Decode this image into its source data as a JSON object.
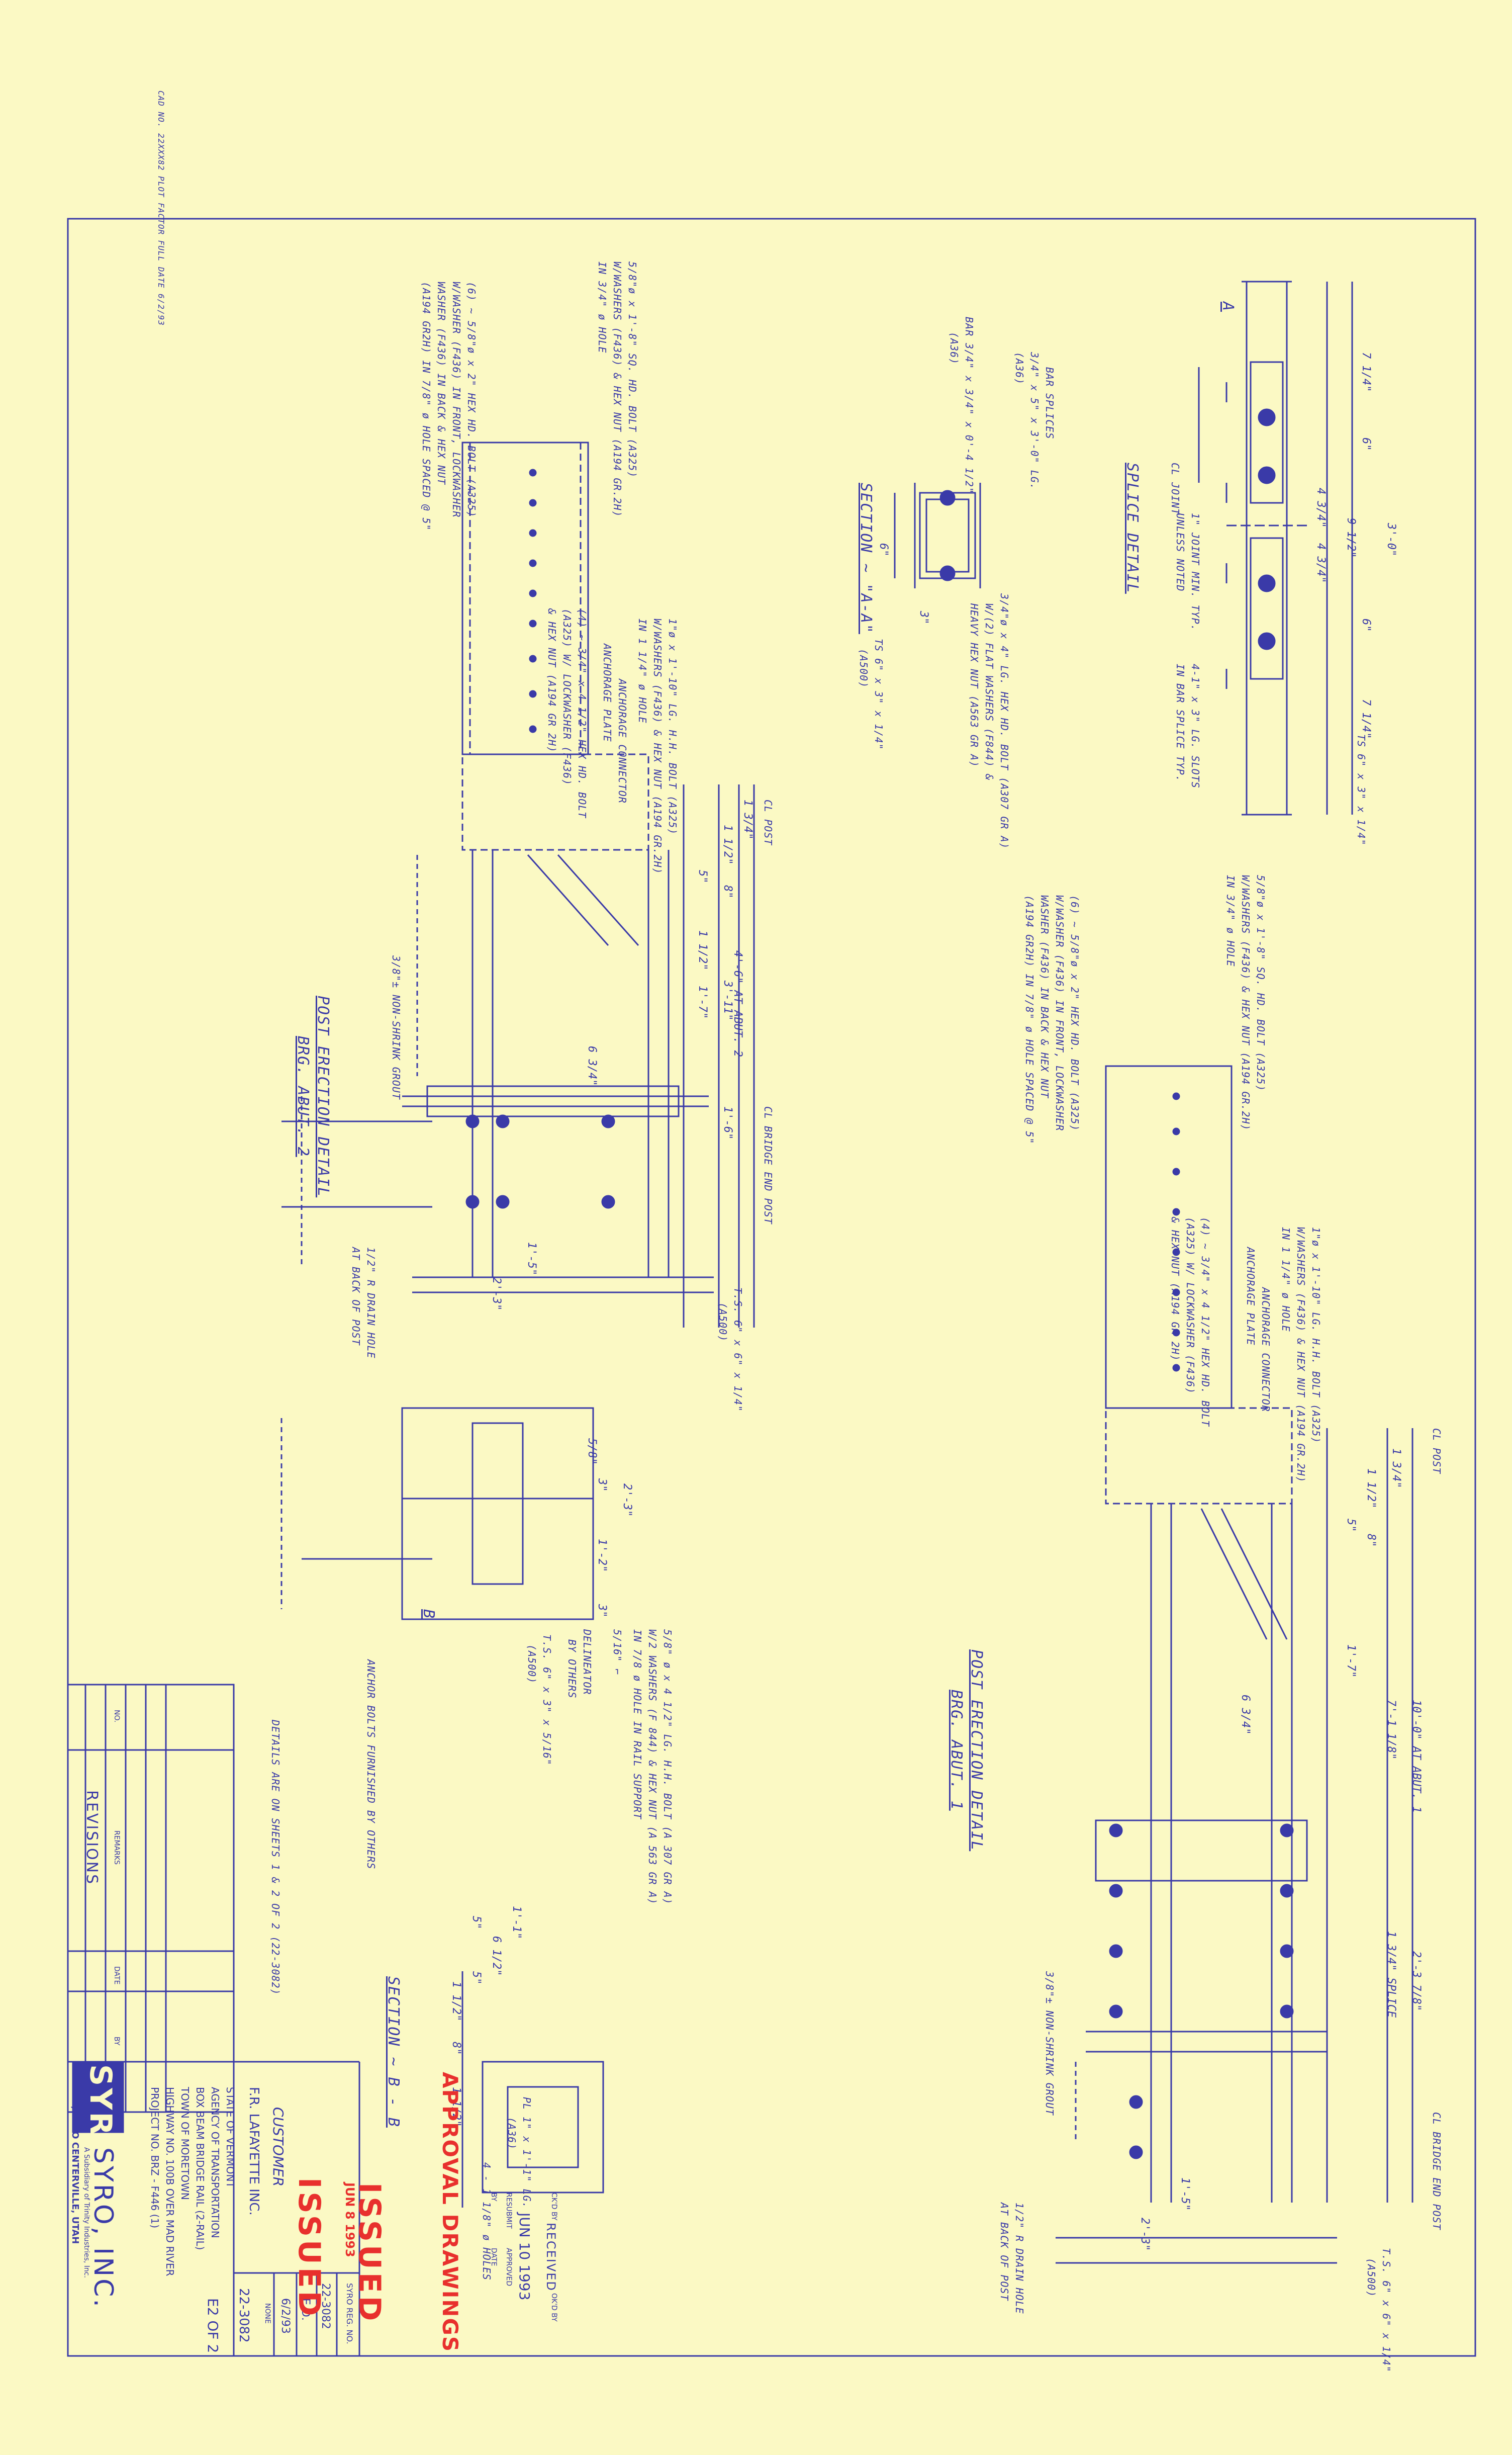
{
  "header": {
    "text": "CAD NO. 22XXX82    PLOT FACTOR FULL    DATE 6/2/93"
  },
  "splice": {
    "title": "SPLICE DETAIL",
    "dims": [
      "7 1/4\"",
      "6\"",
      "3'-0\"",
      "4 3/4\"",
      "9 1/2\"",
      "4 3/4\"",
      "6\"",
      "7 1/4\""
    ],
    "notes": {
      "joint": "1\" JOINT MIN. TYP.",
      "joint2": "UNLESS NOTED",
      "cl_joint": "CL JOINT",
      "slots": "4-1\" x 3\" LG. SLOTS",
      "slots2": "IN BAR SPLICE TYP.",
      "ts": "TS 6\" x 3\" x 1/4\"",
      "a": "A"
    }
  },
  "section_aa": {
    "title": "SECTION ~ \"A-A\"",
    "notes": {
      "bar_splices": "BAR SPLICES",
      "bar_splices2": "3/4\" x 5\" x 3'-0\" LG.",
      "bar_splices3": "(A36)",
      "bar": "BAR 3/4\" x 3/4\" x 0'-4 1/2\"",
      "bar2": "(A36)",
      "bolt": "3/4\"ø x 4\" LG. HEX HD. BOLT (A307 GR A)",
      "bolt2": "W/(2) FLAT WASHERS (F844) &",
      "bolt3": "HEAVY HEX NUT (A563 GR A)",
      "ts": "TS 6\" x 3\" x 1/4\"",
      "ts2": "(A500)",
      "d1": "3\"",
      "d2": "6\""
    }
  },
  "abut2": {
    "title": "POST ERECTION DETAIL",
    "subtitle": "BRG. ABUT. 2",
    "notes": {
      "n1": "5/8\"ø x 1'-8\" SQ. HD. BOLT (A325)",
      "n1b": "W/WASHERS (F436) & HEX NUT (A194 GR.2H)",
      "n1c": "IN 3/4\" ø HOLE",
      "n2": "(6) ~ 5/8\"ø x 2\" HEX HD. BOLT (A325)",
      "n2b": "W/WASHER (F436) IN FRONT, LOCKWASHER",
      "n2c": "WASHER (F436) IN BACK & HEX NUT",
      "n2d": "(A194 GR2H) IN 7/8\" ø HOLE SPACED @ 5\"",
      "n3": "1\"ø x 1'-10\" LG. H.H. BOLT (A325)",
      "n3b": "W/WASHERS (F436) & HEX NUT (A194 GR.2H)",
      "n3c": "IN 1 1/4\" ø HOLE",
      "anchorage_plate": "ANCHORAGE PLATE",
      "anchorage_conn": "ANCHORAGE CONNECTOR",
      "n4": "(4) ~ 3/4\" x 4 1/2\" HEX HD. BOLT",
      "n4b": "(A325) W/ LOCKWASHER (F436)",
      "n4c": "& HEX NUT (A194 GR 2H)",
      "grout": "3/8\"± NON-SHRINK GROUT",
      "cl_post": "CL POST",
      "cl_end_post": "CL BRIDGE END POST",
      "drain": "1/2\" R DRAIN HOLE",
      "drain2": "AT BACK OF POST",
      "ts": "T.S. 6\" x 6\" x 1/4\"",
      "ts2": "(A500)",
      "d_446": "4'-6\" AT ABUT. 2",
      "d_311": "3'-11\"",
      "d_17": "1'-7\"",
      "d_16": "1'-6\"",
      "d_134": "1 3/4\"",
      "d_112": "1 1/2\"",
      "d_5": "5\"",
      "d_8": "8\"",
      "d_112b": "1 1/2\"",
      "d_634": "6 3/4\"",
      "d_15": "1'-5\"",
      "d_23": "2'-3\""
    }
  },
  "abut1": {
    "title": "POST ERECTION DETAIL",
    "subtitle": "BRG. ABUT. 1",
    "notes": {
      "n1": "5/8\"ø x 1'-8\" SQ. HD. BOLT (A325)",
      "n1b": "W/WASHERS (F436) & HEX NUT (A194 GR.2H)",
      "n1c": "IN 3/4\" ø HOLE",
      "n2": "(6) ~ 5/8\"ø x 2\" HEX HD. BOLT (A325)",
      "n2b": "W/WASHER (F436) IN FRONT, LOCKWASHER",
      "n2c": "WASHER (F436) IN BACK & HEX NUT",
      "n2d": "(A194 GR2H) IN 7/8\" ø HOLE SPACED @ 5\"",
      "n3": "1\"ø x 1'-10\" LG. H.H. BOLT (A325)",
      "n3b": "W/WASHERS (F436) & HEX NUT (A194 GR.2H)",
      "n3c": "IN 1 1/4\" ø HOLE",
      "anchorage_plate": "ANCHORAGE PLATE",
      "anchorage_conn": "ANCHORAGE CONNECTOR",
      "n4": "(4) ~ 3/4\" x 4 1/2\" HEX HD. BOLT",
      "n4b": "(A325) W/ LOCKWASHER (F436)",
      "n4c": "& HEX NUT (A194 GR 2H)",
      "grout": "3/8\"± NON-SHRINK GROUT",
      "cl_post": "CL POST",
      "cl_end_post": "CL BRIDGE END POST",
      "drain": "1/2\" R DRAIN HOLE",
      "drain2": "AT BACK OF POST",
      "ts": "T.S. 6\" x 6\" x 1/4\"",
      "ts2": "(A500)",
      "d_100": "10'-0\" AT ABUT. 1",
      "d_71": "7'-1 1/8\"",
      "d_17": "1'-7\"",
      "d_134": "1 3/4\" SPLICE",
      "d_23": "2'-3 7/8\"",
      "d_15": "1'-5\"",
      "d_23b": "2'-3\"",
      "d_134b": "1 3/4\"",
      "d_112": "1 1/2\"",
      "d_5": "5\"",
      "d_8": "8\"",
      "d_634": "6 3/4\""
    }
  },
  "detail_mid": {
    "d_23": "2'-3\"",
    "d_12": "1'-2\"",
    "d_3": "3\"",
    "d_3b": "3\"",
    "d_58": "5/8\"",
    "bolt": "5/8\" ø x 4 1/2\" LG. H.H. BOLT (A 307 GR A)",
    "bolt2": "W/2 WASHERS (F 844) & HEX NUT (A 563 GR A)",
    "bolt3": "IN 7/8 ø HOLE IN RAIL SUPPORT",
    "delineator": "DELINEATOR",
    "delineator2": "BY OTHERS",
    "weld": "5/16\" ⌐",
    "ts": "T.S. 6\" x 3\" x 5/16\"",
    "ts2": "(A500)",
    "anchor": "ANCHOR BOLTS FURNISHED BY OTHERS",
    "b": "B"
  },
  "section_bb": {
    "title": "SECTION ~ B - B",
    "d_11": "1'-1\"",
    "d_612": "6 1/2\"",
    "d_5": "5\"",
    "d_5b": "5\"",
    "d_112": "1 1/2\"",
    "d_8": "8\"",
    "d_112b": "1 1/2\"",
    "plate": "PL 1\" x 1'-1\" LG.",
    "plate2": "(A36)",
    "holes": "4 - 1 1/8\" ø HOLES"
  },
  "details_note": "DETAILS ARE ON SHEETS 1 & 2 OF 2 (22-3082)",
  "revisions": {
    "title": "REVISIONS",
    "cols": [
      "NO.",
      "REMARKS",
      "DATE",
      "BY"
    ]
  },
  "customer": {
    "label": "CUSTOMER",
    "name": "F.R. LAFAYETTE INC.",
    "lines": [
      "STATE OF VERMONT",
      "AGENCY OF TRANSPORTATION",
      "BOX BEAM BRIDGE RAIL (2-RAIL)",
      "TOWN OF MORETOWN",
      "HIGHWAY NO. 100B OVER MAD RIVER",
      "PROJECT NO. BRZ - F446 (1)"
    ]
  },
  "syro": {
    "logo": "SYRO",
    "name": "SYRO, INC.",
    "sub": "A Subsidiary of Trinity Industries, Inc.",
    "loc": "GIRARD, OHIO     CENTERVILLE, UTAH"
  },
  "titleblock": {
    "syro_reg_label": "SYRO REG. NO.",
    "syro_reg": "22-3082",
    "drawn": "E.D.",
    "date": "6/2/93",
    "scale": "NONE",
    "drawing_no": "22-3082",
    "sheet": "E2 OF 2"
  },
  "stamps": {
    "approval": "APPROVAL DRAWINGS",
    "issued1": "ISSUED",
    "issued_date": "JUN 8 1993",
    "issued2": "ISSUED",
    "received": "RECEIVED",
    "received_date": "JUN 10 1993",
    "ckd_by": "CK'D BY",
    "ok_by": "OK'D BY",
    "resubmit": "RESUBMIT",
    "approved": "APPROVED",
    "by": "BY",
    "date": "DATE"
  },
  "colors": {
    "paper": "#fbf9c4",
    "ink": "#3a3aa8",
    "stamp": "#e8302d"
  }
}
